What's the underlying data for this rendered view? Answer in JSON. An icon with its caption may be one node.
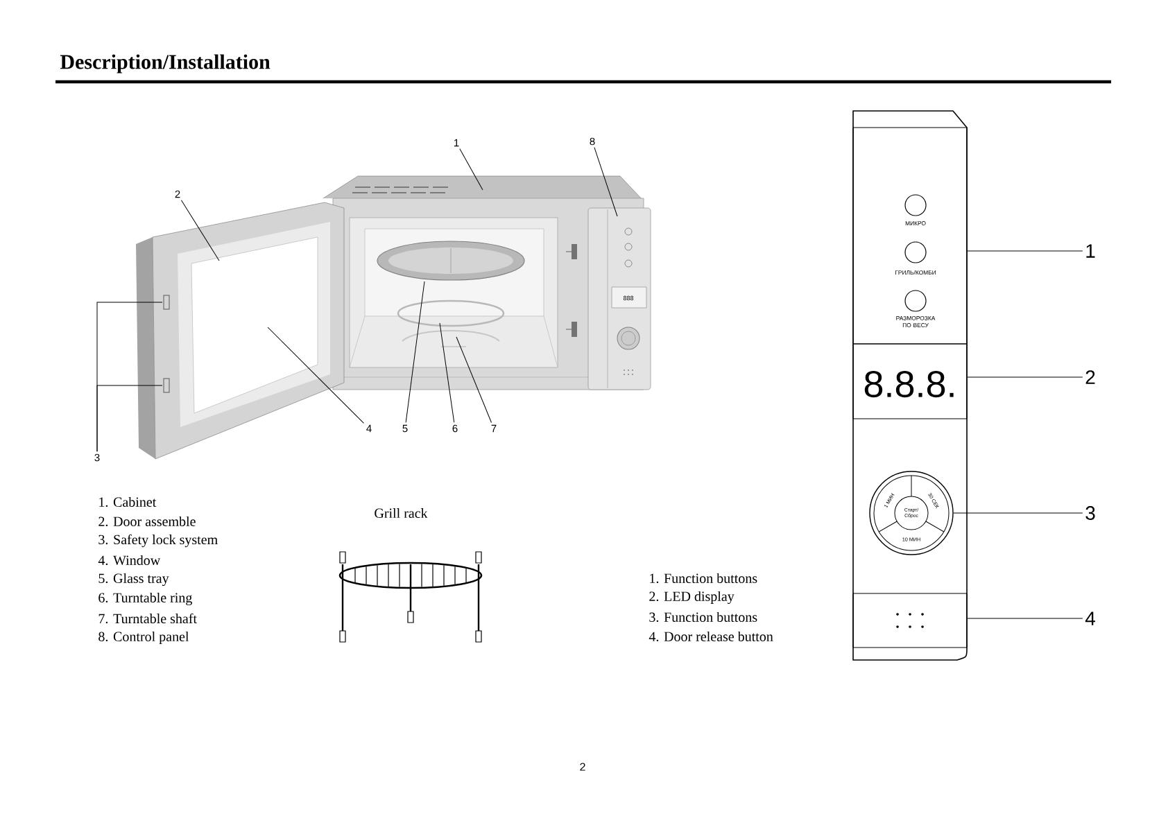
{
  "diagram": {
    "title": "Description/Installation",
    "nodes": [
      {
        "text": [
          "1"
        ]
      },
      {
        "text": [
          "8"
        ]
      },
      {
        "text": [
          "2"
        ]
      },
      {
        "text": [
          "4"
        ]
      },
      {
        "text": [
          "5"
        ]
      },
      {
        "text": [
          "6"
        ]
      },
      {
        "text": [
          "7"
        ]
      },
      {
        "text": [
          "3"
        ]
      },
      {
        "text": [
          "1"
        ]
      },
      {
        "text": [
          "2"
        ]
      },
      {
        "text": [
          "3"
        ]
      },
      {
        "text": [
          "4"
        ]
      },
      {
        "text": [],
        "shape": "box"
      },
      {
        "text": [
          "МИКРО",
          "ГРИЛЬ/КОМБИ",
          "РАЗМОРОЗКА ПО ВЕСУ"
        ],
        "in": 12
      },
      {
        "text": [
          "8.8.8."
        ],
        "in": 12
      },
      {
        "text": [
          "1 МИН",
          "30 СЕК",
          "Старт/ Сброс",
          "10 МИН"
        ],
        "in": 12
      },
      {
        "text": [],
        "shape": "box",
        "in": 12
      }
    ],
    "edges": [
      {
        "from": 0,
        "to": null,
        "arrow": "none"
      },
      {
        "from": 1,
        "to": null,
        "arrow": "none"
      },
      {
        "from": 2,
        "to": null,
        "arrow": "none"
      },
      {
        "from": 3,
        "to": null,
        "arrow": "none"
      },
      {
        "from": 4,
        "to": null,
        "arrow": "none"
      },
      {
        "from": 5,
        "to": null,
        "arrow": "none"
      },
      {
        "from": 6,
        "to": null,
        "arrow": "none"
      },
      {
        "from": 7,
        "to": null,
        "arrow": "none"
      },
      {
        "from": 7,
        "to": null,
        "arrow": "none"
      },
      {
        "from": 8,
        "to": 13,
        "arrow": "none"
      },
      {
        "from": 9,
        "to": 14,
        "arrow": "none"
      },
      {
        "from": 10,
        "to": 15,
        "arrow": "none"
      },
      {
        "from": 11,
        "to": 16,
        "arrow": "none"
      }
    ],
    "labels": [
      "888",
      "1. Cabinet",
      "2. Door assemble",
      "3. Safety lock system",
      "4. Window",
      "5. Glass tray",
      "6. Turntable ring",
      "7. Turntable shaft",
      "8. Control panel",
      "Grill rack",
      "1. Function buttons",
      "2. LED display",
      "3. Function buttons",
      "4. Door release button",
      "2"
    ]
  }
}
